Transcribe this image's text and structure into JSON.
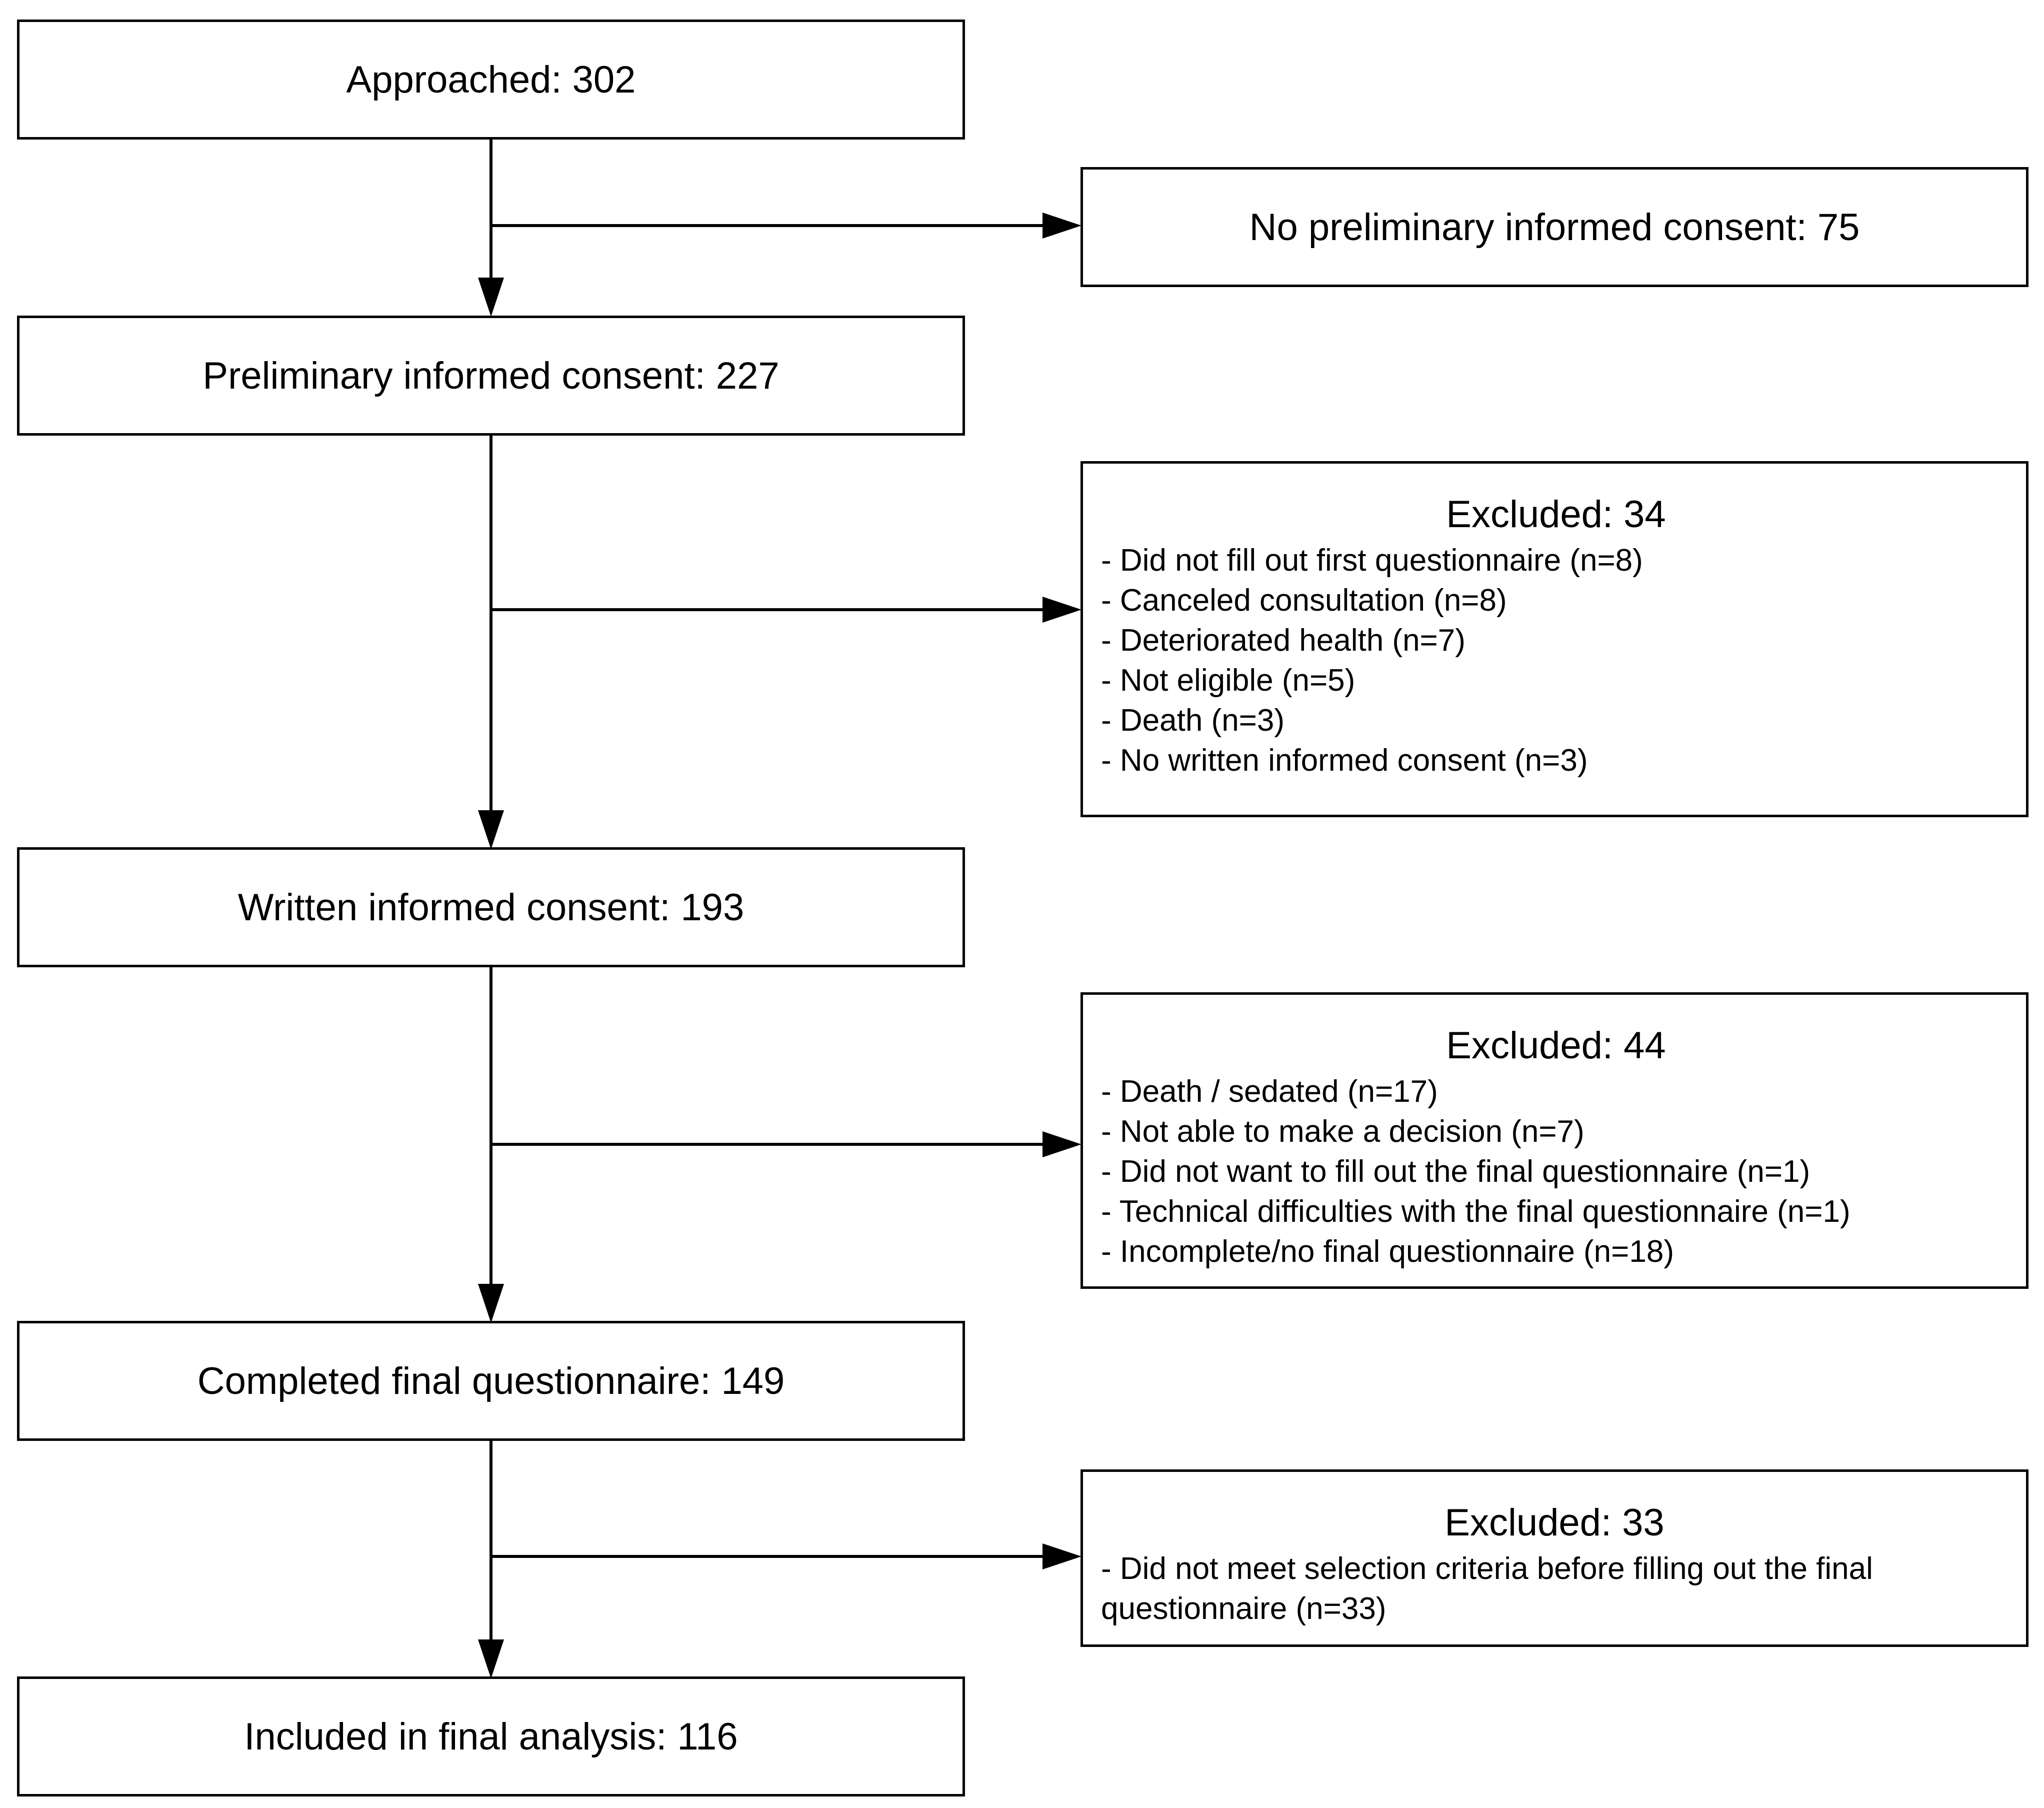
{
  "flow": {
    "approached": "Approached: 302",
    "preliminary_consent": "Preliminary informed consent: 227",
    "written_consent": "Written informed consent: 193",
    "completed_final": "Completed final questionnaire: 149",
    "included_final": "Included in final analysis: 116"
  },
  "exclusions": {
    "no_preliminary": "No preliminary informed consent: 75",
    "stage1": {
      "title": "Excluded: 34",
      "reasons": [
        "- Did not fill out first questionnaire (n=8)",
        "- Canceled consultation (n=8)",
        "- Deteriorated health (n=7)",
        "- Not eligible (n=5)",
        "- Death (n=3)",
        "- No written informed consent (n=3)"
      ]
    },
    "stage2": {
      "title": "Excluded: 44",
      "reasons": [
        "- Death / sedated (n=17)",
        "- Not able to make a decision (n=7)",
        "- Did not want to fill out the final questionnaire (n=1)",
        "- Technical difficulties with the final questionnaire (n=1)",
        "- Incomplete/no final questionnaire (n=18)"
      ]
    },
    "stage3": {
      "title": "Excluded: 33",
      "reasons": [
        "- Did not meet selection criteria before filling out the final questionnaire (n=33)"
      ]
    }
  }
}
